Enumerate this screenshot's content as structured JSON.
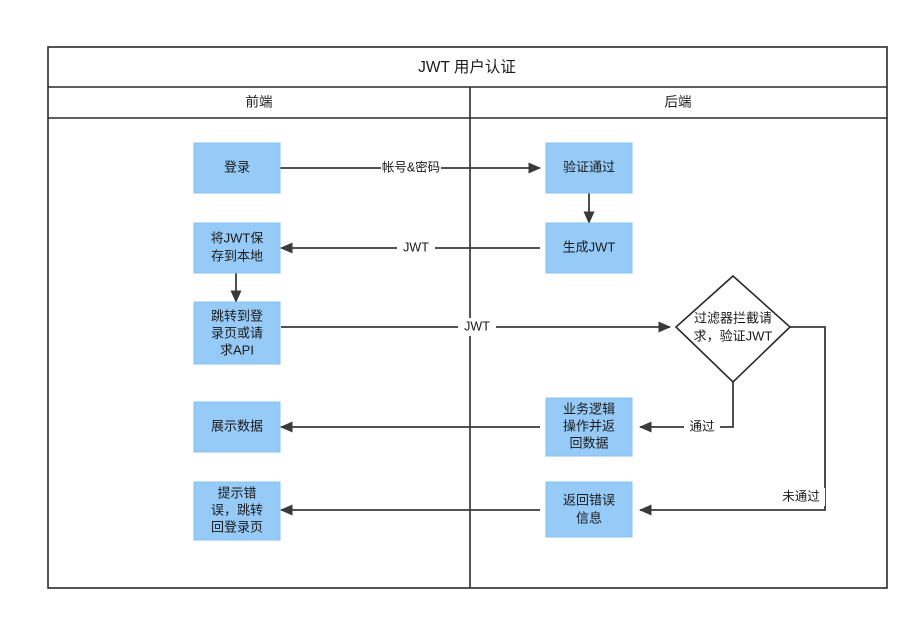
{
  "diagram": {
    "title": "JWT 用户认证",
    "type": "flowchart",
    "lanes": [
      {
        "id": "frontend",
        "label": "前端"
      },
      {
        "id": "backend",
        "label": "后端"
      }
    ],
    "colors": {
      "node_fill": "#96CBF8",
      "node_stroke": "#8ac0f0",
      "line": "#3a3a3a",
      "frame": "#2a2a2a",
      "background": "#ffffff",
      "text": "#1a1a1a"
    },
    "nodes": [
      {
        "id": "login",
        "lane": "frontend",
        "shape": "rect",
        "label": "登录",
        "lines": [
          "登录"
        ]
      },
      {
        "id": "save-jwt",
        "lane": "frontend",
        "shape": "rect",
        "label": "将JWT保存到本地",
        "lines": [
          "将JWT保",
          "存到本地"
        ]
      },
      {
        "id": "redirect",
        "lane": "frontend",
        "shape": "rect",
        "label": "跳转到登录页或请求API",
        "lines": [
          "跳转到登",
          "录页或请",
          "求API"
        ]
      },
      {
        "id": "show-data",
        "lane": "frontend",
        "shape": "rect",
        "label": "展示数据",
        "lines": [
          "展示数据"
        ]
      },
      {
        "id": "show-error",
        "lane": "frontend",
        "shape": "rect",
        "label": "提示错误，跳转回登录页",
        "lines": [
          "提示错",
          "误，跳转",
          "回登录页"
        ]
      },
      {
        "id": "auth-ok",
        "lane": "backend",
        "shape": "rect",
        "label": "验证通过",
        "lines": [
          "验证通过"
        ]
      },
      {
        "id": "gen-jwt",
        "lane": "backend",
        "shape": "rect",
        "label": "生成JWT",
        "lines": [
          "生成JWT"
        ]
      },
      {
        "id": "filter-check",
        "lane": "backend",
        "shape": "diamond",
        "label": "过滤器拦截请求，验证JWT",
        "lines": [
          "过滤器拦截请",
          "求，验证JWT"
        ]
      },
      {
        "id": "business",
        "lane": "backend",
        "shape": "rect",
        "label": "业务逻辑操作并返回数据",
        "lines": [
          "业务逻辑",
          "操作并返",
          "回数据"
        ]
      },
      {
        "id": "return-error",
        "lane": "backend",
        "shape": "rect",
        "label": "返回错误信息",
        "lines": [
          "返回错误",
          "信息"
        ]
      }
    ],
    "edges": [
      {
        "id": "e1",
        "from": "login",
        "to": "auth-ok",
        "label": "帐号&密码"
      },
      {
        "id": "e2",
        "from": "auth-ok",
        "to": "gen-jwt",
        "label": ""
      },
      {
        "id": "e3",
        "from": "gen-jwt",
        "to": "save-jwt",
        "label": "JWT"
      },
      {
        "id": "e4",
        "from": "save-jwt",
        "to": "redirect",
        "label": ""
      },
      {
        "id": "e5",
        "from": "redirect",
        "to": "filter-check",
        "label": "JWT"
      },
      {
        "id": "e6",
        "from": "filter-check",
        "to": "business",
        "label": "通过"
      },
      {
        "id": "e7",
        "from": "filter-check",
        "to": "return-error",
        "label": "未通过"
      },
      {
        "id": "e8",
        "from": "business",
        "to": "show-data",
        "label": ""
      },
      {
        "id": "e9",
        "from": "return-error",
        "to": "show-error",
        "label": ""
      }
    ]
  }
}
